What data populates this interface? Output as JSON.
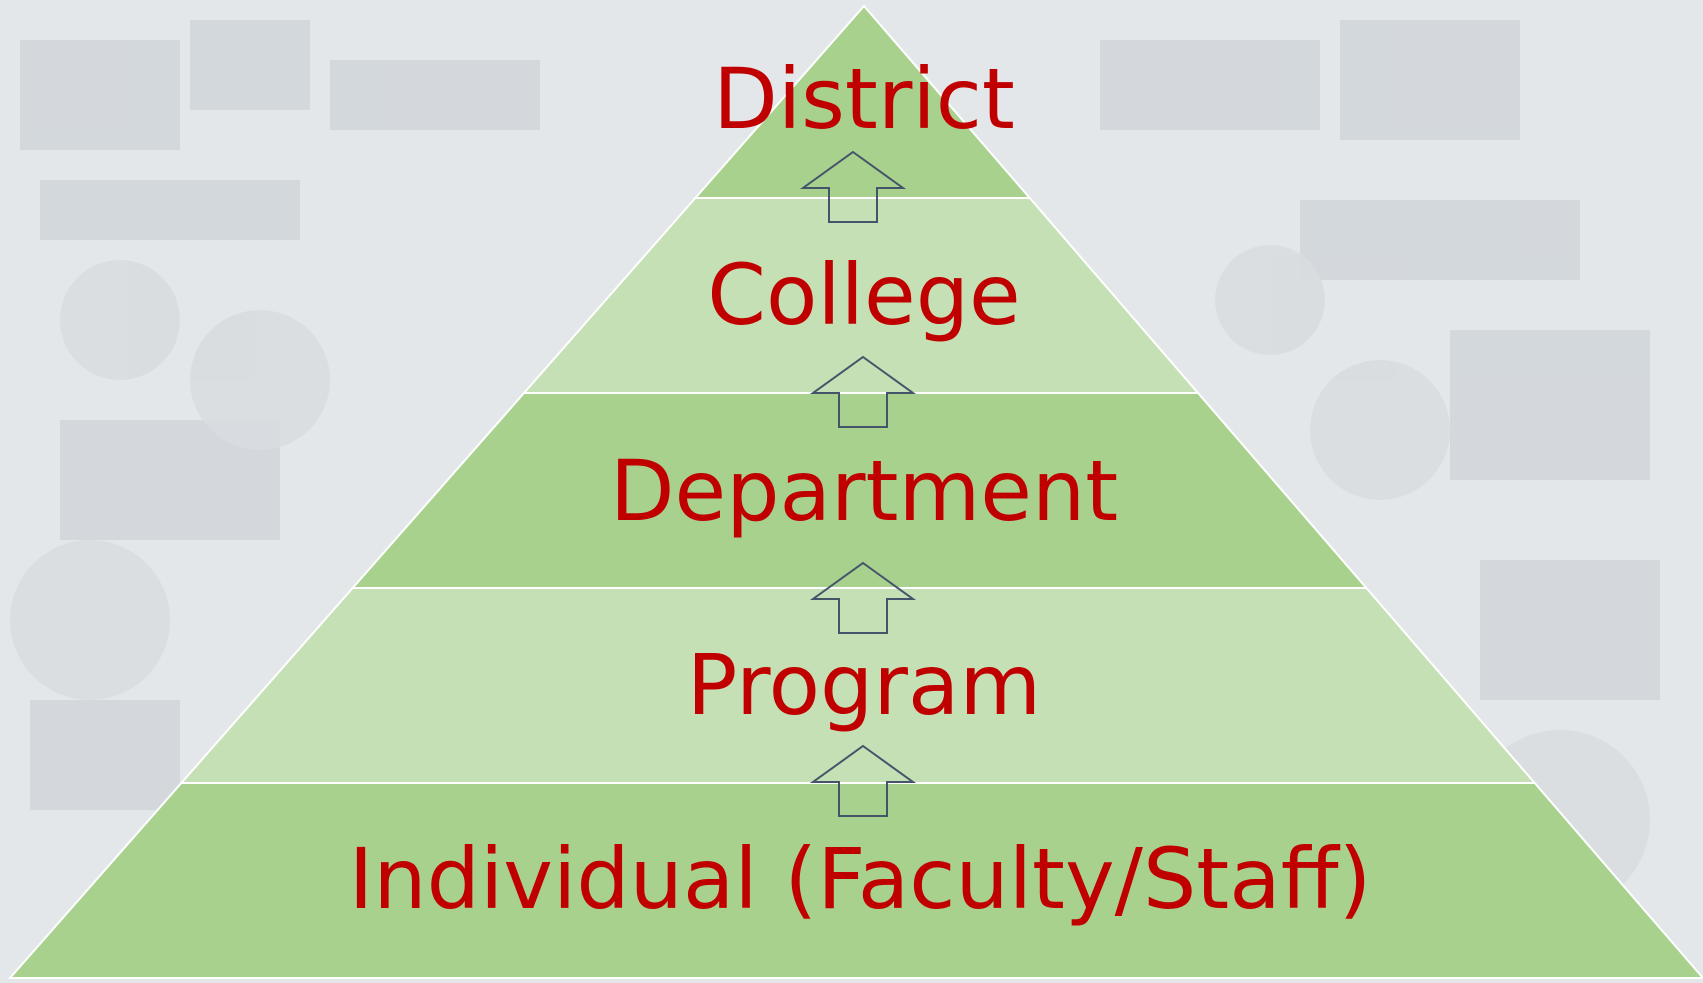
{
  "diagram": {
    "levels": [
      {
        "label": "District"
      },
      {
        "label": "College"
      },
      {
        "label": "Department"
      },
      {
        "label": "Program"
      },
      {
        "label": "Individual (Faculty/Staff)"
      }
    ],
    "colors": {
      "tier_dark": "#a9d18e",
      "tier_light": "#c5e0b4",
      "label": "#c00000",
      "arrow_stroke": "#44546a",
      "background": "#e4e8ea"
    }
  }
}
